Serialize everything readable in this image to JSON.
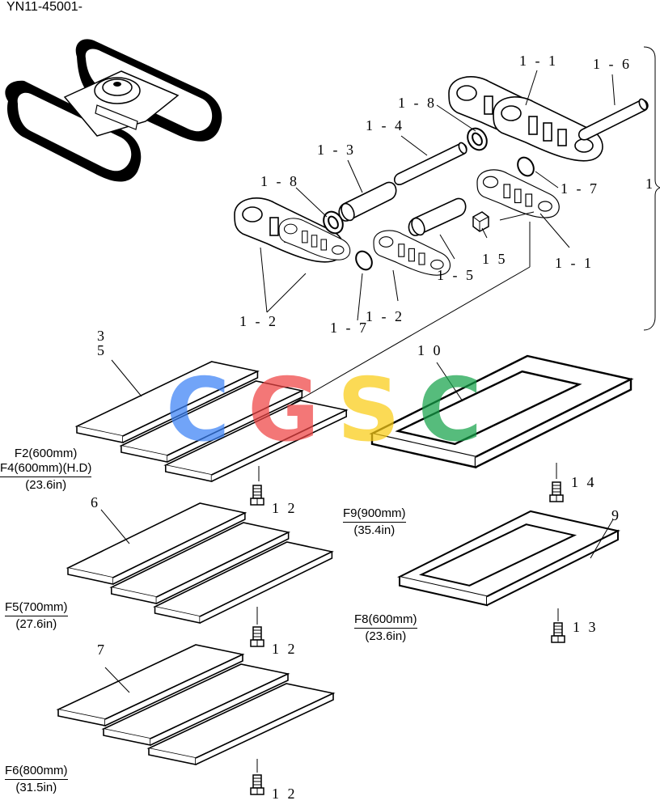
{
  "header": {
    "part_code": "YN11-45001-"
  },
  "callouts": {
    "c1_1_top": "1 - 1",
    "c1_6": "1 - 6",
    "c1_8_top": "1 - 8",
    "c1_4": "1 - 4",
    "c1_3": "1 - 3",
    "c1_8_left": "1 - 8",
    "c1_7_right": "1 - 7",
    "c1": "1",
    "c15": "1 5",
    "c1_5": "1 - 5",
    "c1_1_bottom": "1 - 1",
    "c1_2_left": "1 - 2",
    "c1_7_bottom": "1 - 7",
    "c1_2_mid": "1 - 2",
    "c3": "3",
    "c5": "5",
    "c10": "1 0",
    "c6": "6",
    "c9": "9",
    "c7": "7",
    "c12a": "1 2",
    "c12b": "1 2",
    "c12c": "1 2",
    "c14": "1 4",
    "c13": "1 3"
  },
  "specs": {
    "f2_line1": "F2(600mm)",
    "f2_line2": "F4(600mm)(H.D)",
    "f2_line3": "(23.6in)",
    "f5_line1": "F5(700mm)",
    "f5_line2": "(27.6in)",
    "f6_line1": "F6(800mm)",
    "f6_line2": "(31.5in)",
    "f9_line1": "F9(900mm)",
    "f9_line2": "(35.4in)",
    "f8_line1": "F8(600mm)",
    "f8_line2": "(23.6in)"
  },
  "watermark": {
    "letters": [
      "C",
      "G",
      "S",
      "C"
    ],
    "colors": [
      "#3b82f6",
      "#ef4444",
      "#facc15",
      "#16a34a"
    ]
  },
  "icons": [
    "excavator-undercarriage-icon",
    "track-link-icon",
    "track-shoe-icon",
    "bolt-icon",
    "nut-icon",
    "pin-icon",
    "bushing-icon",
    "seal-ring-icon"
  ]
}
